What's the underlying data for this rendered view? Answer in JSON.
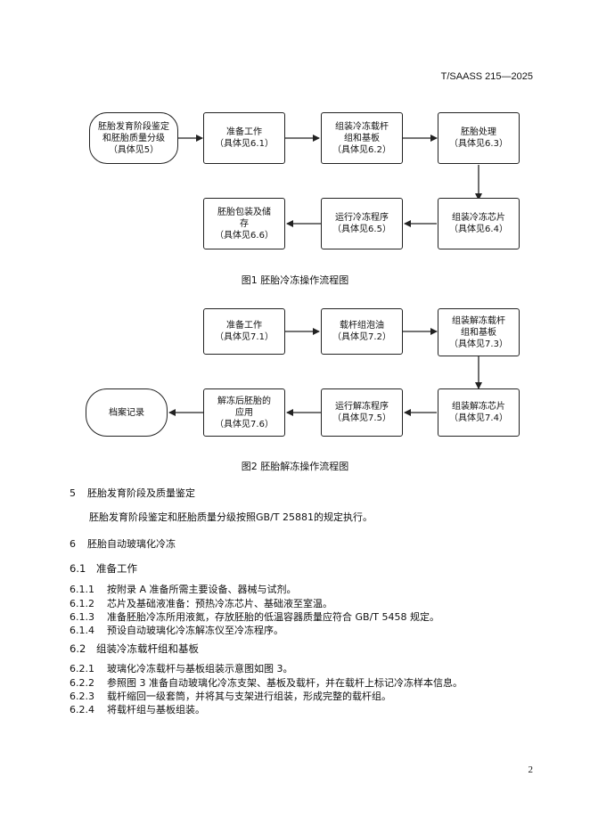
{
  "header": {
    "doc_code": "T/SAASS 215—2025"
  },
  "figure1": {
    "caption": "图1   胚胎冷冻操作流程图",
    "boxes": [
      "胚胎发育阶段鉴定\n和胚胎质量分级\n（具体见5）",
      "准备工作\n（具体见6.1）",
      "组装冷冻载杆\n组和基板\n（具体见6.2）",
      "胚胎处理\n（具体见6.3）",
      "组装冷冻芯片\n（具体见6.4）",
      "运行冷冻程序\n（具体见6.5）",
      "胚胎包装及储\n存\n（具体见6.6）"
    ]
  },
  "figure2": {
    "caption": "图2   胚胎解冻操作流程图",
    "boxes": [
      "准备工作\n（具体见7.1）",
      "载杆组泡油\n（具体见7.2）",
      "组装解冻载杆\n组和基板\n（具体见7.3）",
      "组装解冻芯片\n（具体见7.4）",
      "运行解冻程序\n（具体见7.5）",
      "解冻后胚胎的\n应用\n（具体见7.6）",
      "档案记录"
    ]
  },
  "sections": {
    "s5": {
      "num": "5",
      "title": "胚胎发育阶段及质量鉴定",
      "body": "胚胎发育阶段鉴定和胚胎质量分级按照GB/T 25881的规定执行。"
    },
    "s6": {
      "num": "6",
      "title": "胚胎自动玻璃化冷冻"
    },
    "s61": {
      "num": "6.1",
      "title": "准备工作",
      "items": [
        {
          "num": "6.1.1",
          "text": "按附录 A 准备所需主要设备、器械与试剂。"
        },
        {
          "num": "6.1.2",
          "text": "芯片及基础液准备：预热冷冻芯片、基础液至室温。"
        },
        {
          "num": "6.1.3",
          "text": "准备胚胎冷冻所用液氮，存放胚胎的低温容器质量应符合 GB/T 5458 规定。"
        },
        {
          "num": "6.1.4",
          "text": "预设自动玻璃化冷冻解冻仪至冷冻程序。"
        }
      ]
    },
    "s62": {
      "num": "6.2",
      "title": "组装冷冻载杆组和基板",
      "items": [
        {
          "num": "6.2.1",
          "text": "玻璃化冷冻载杆与基板组装示意图如图 3。"
        },
        {
          "num": "6.2.2",
          "text": "参照图 3 准备自动玻璃化冷冻支架、基板及载杆，并在载杆上标记冷冻样本信息。"
        },
        {
          "num": "6.2.3",
          "text": "载杆缩回一级套筒，并将其与支架进行组装，形成完整的载杆组。"
        },
        {
          "num": "6.2.4",
          "text": "将载杆组与基板组装。"
        }
      ]
    }
  },
  "footer": {
    "page_number": "2"
  }
}
